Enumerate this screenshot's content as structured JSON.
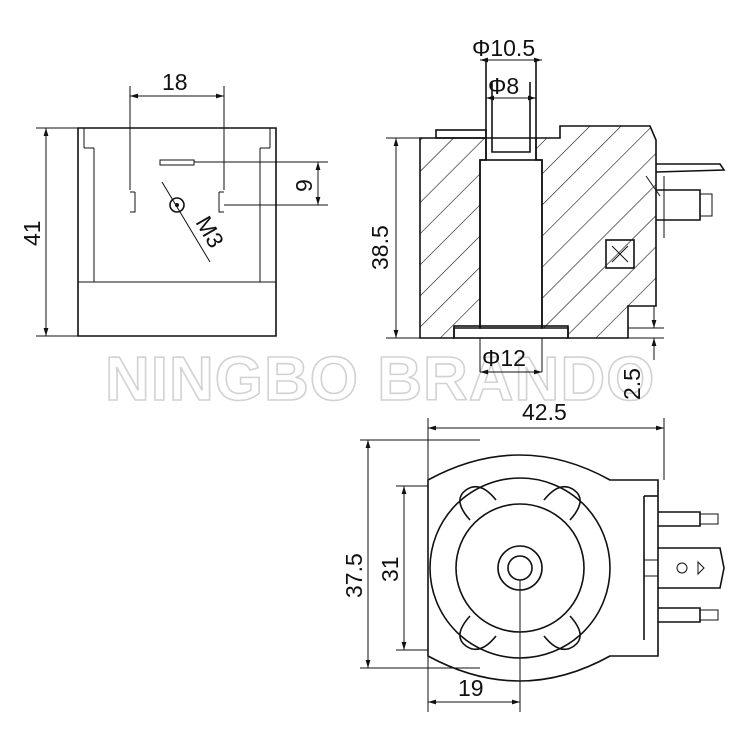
{
  "watermark": "NINGBO BRANDO",
  "front_view": {
    "width_dim": "18",
    "height_dim": "41",
    "pitch_dim": "9",
    "screw_label": "M3"
  },
  "section_view": {
    "outer_dia_dim": "Φ10.5",
    "inner_dia_dim": "Φ8",
    "height_dim": "38.5",
    "base_dia_dim": "Φ12",
    "offset_dim": "2.5"
  },
  "top_view": {
    "length_dim": "42.5",
    "outer_width_dim": "37.5",
    "inner_width_dim": "31",
    "center_offset_dim": "19"
  }
}
